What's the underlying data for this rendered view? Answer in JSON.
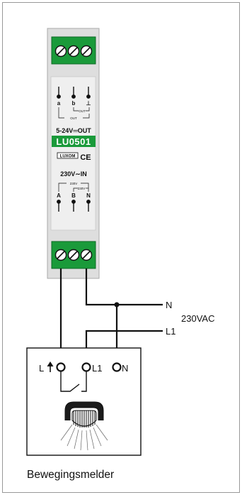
{
  "module": {
    "top_terminals": [
      "a",
      "b",
      "⊥"
    ],
    "out_label": "OUT",
    "voltage_out": "5-24V═OUT",
    "model": "LU0501",
    "brand": "LUXOM",
    "ce_mark": "CE",
    "voltage_in": "230V∼IN",
    "bracket_230v_outer": "230V",
    "bracket_230v_inner": "230V",
    "bottom_terminals": [
      "A",
      "B",
      "N"
    ]
  },
  "wiring": {
    "neutral_label": "N",
    "line_label": "L1",
    "supply_label": "230VAC"
  },
  "sensor": {
    "terminal_l": "L",
    "terminal_l1": "L1",
    "terminal_n": "N",
    "caption": "Bewegingsmelder"
  },
  "colors": {
    "terminal_green": "#1a9a3a",
    "module_grey": "#dedede",
    "line": "#111111"
  }
}
